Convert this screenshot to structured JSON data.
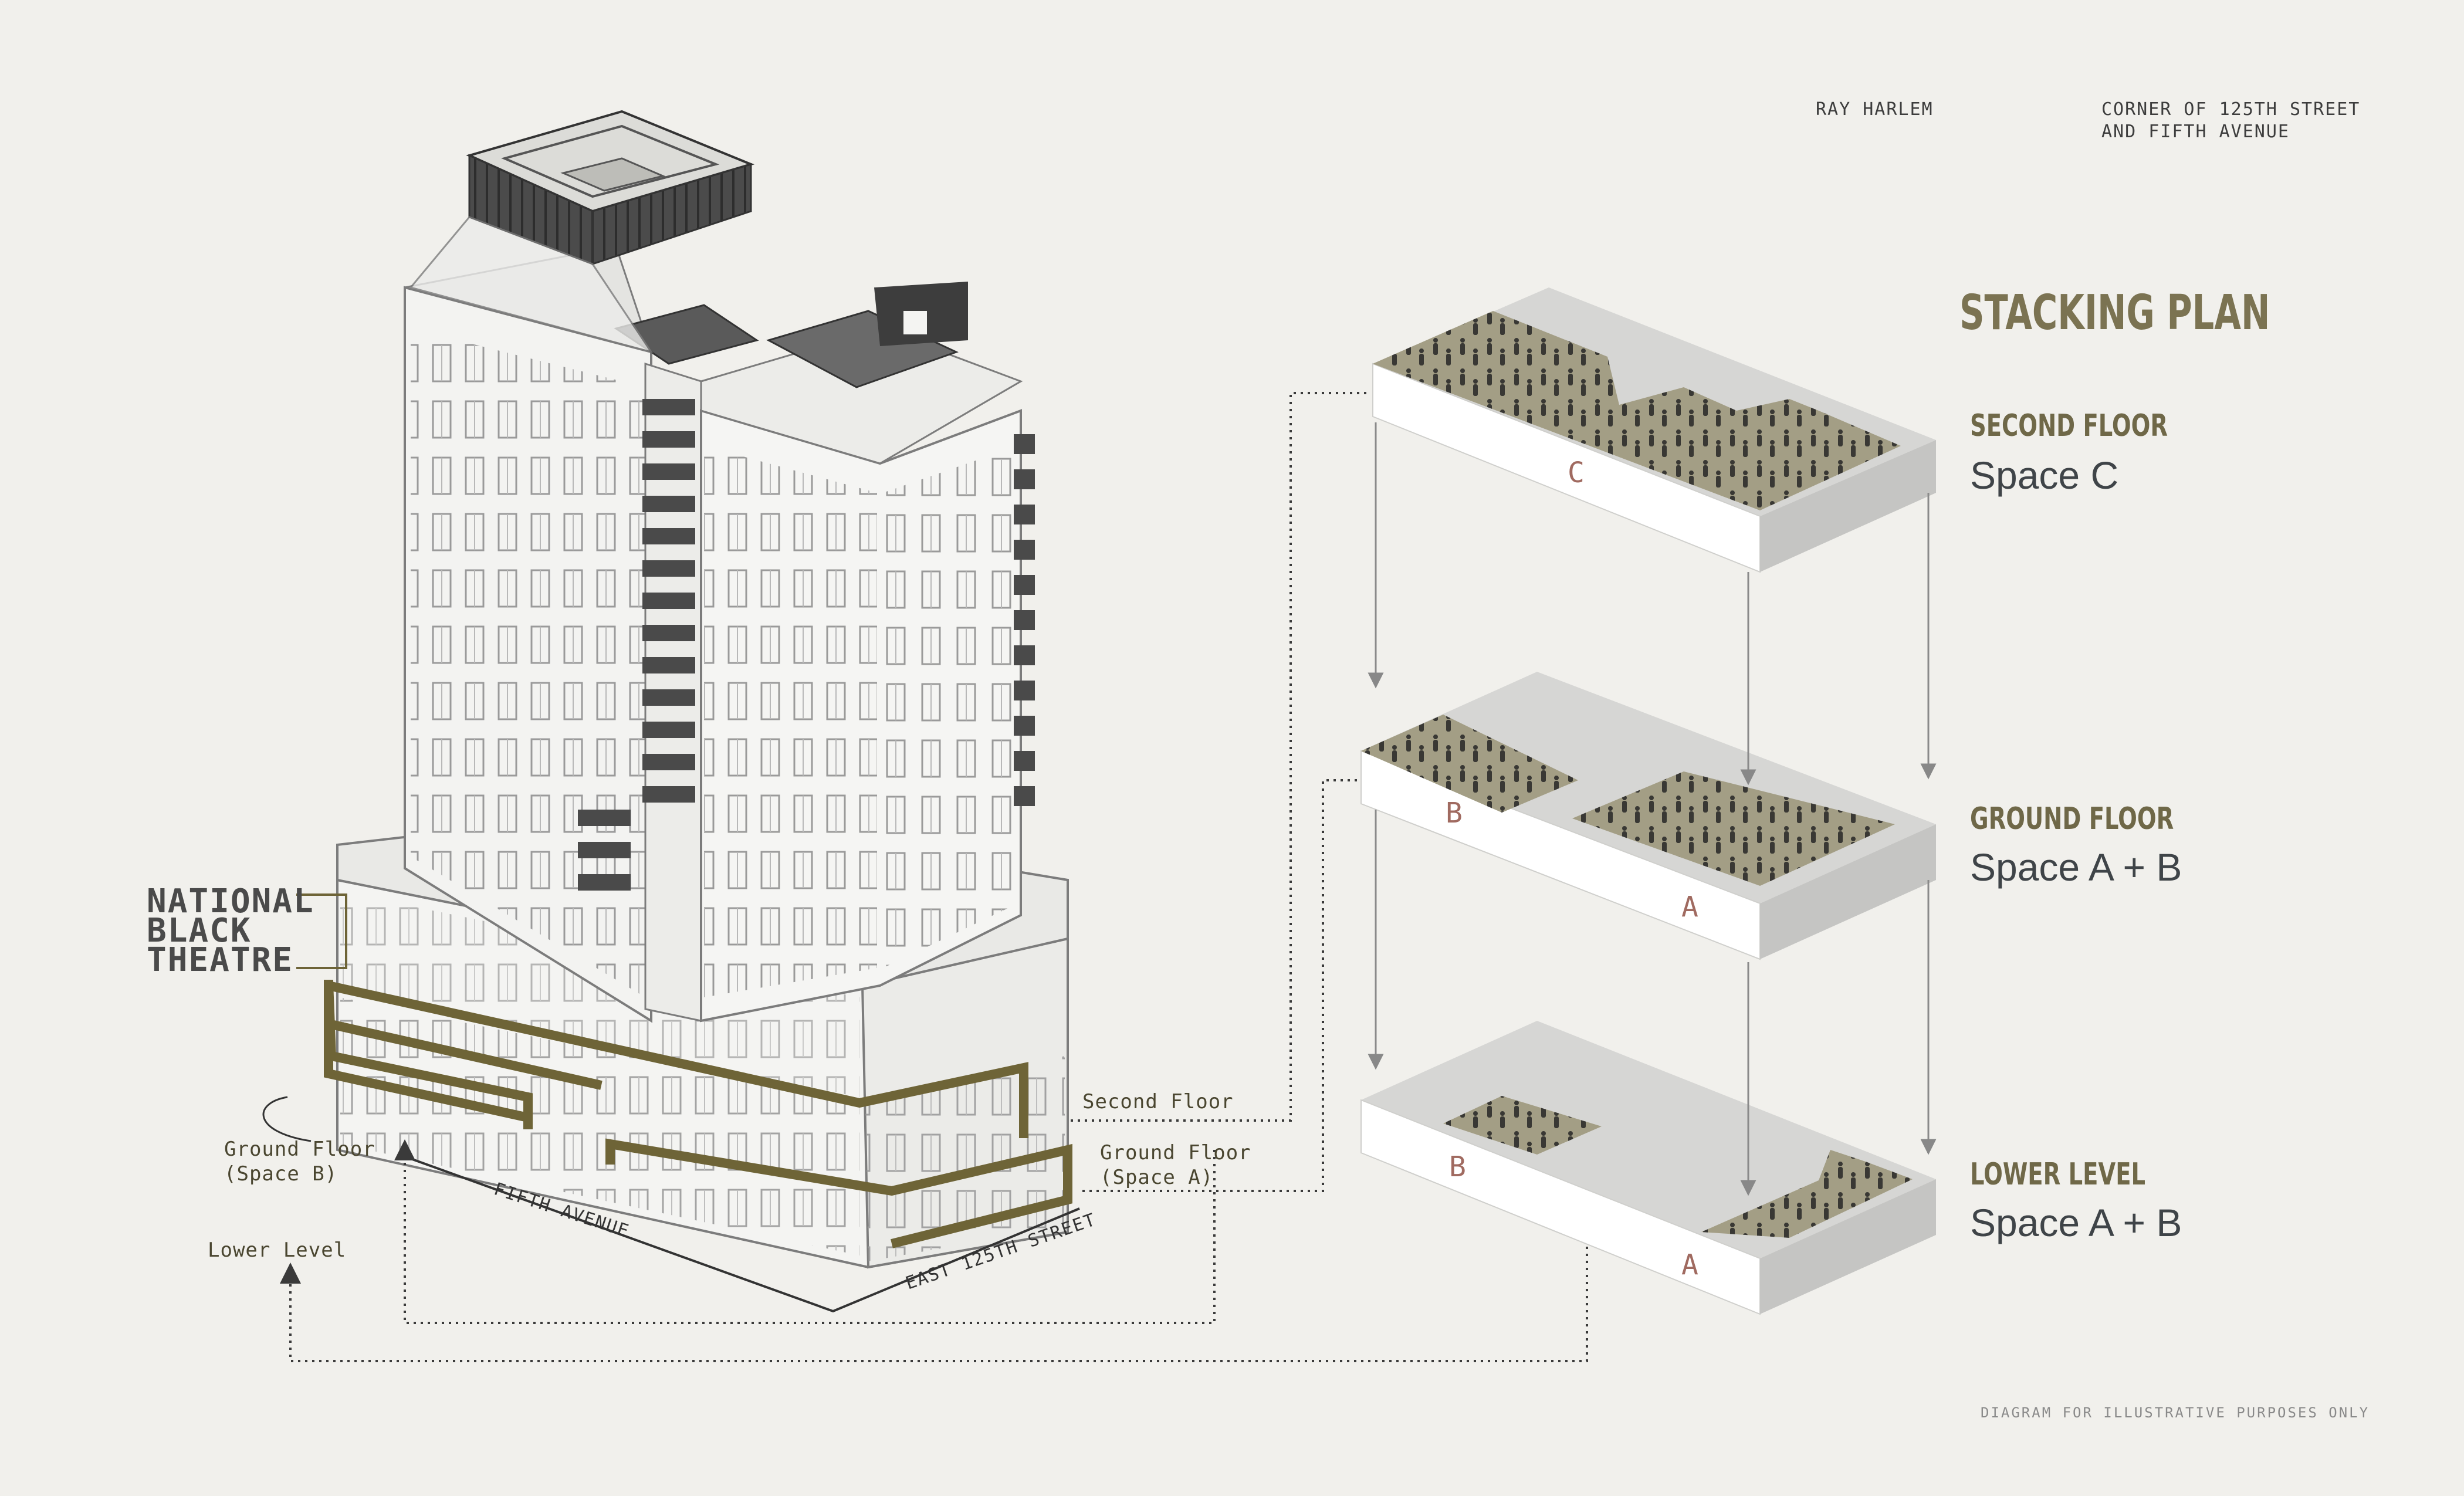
{
  "header": {
    "project": "RAY HARLEM",
    "location": "CORNER OF 125TH STREET\nAND FIFTH AVENUE"
  },
  "title": "STACKING PLAN",
  "floors": [
    {
      "label": "SECOND FLOOR",
      "space": "Space C",
      "zones": [
        "C"
      ]
    },
    {
      "label": "GROUND FLOOR",
      "space": "Space A + B",
      "zones": [
        "B",
        "A"
      ]
    },
    {
      "label": "LOWER LEVEL",
      "space": "Space A + B",
      "zones": [
        "B",
        "A"
      ]
    }
  ],
  "building": {
    "tenant_logo": "NATIONAL\nBLACK\nTHEATRE",
    "streets": [
      "FIFTH AVENUE",
      "EAST 125TH STREET"
    ]
  },
  "callouts": {
    "second_floor": "Second Floor",
    "ground_a": "Ground Floor\n(Space A)",
    "ground_b": "Ground Floor\n(Space B)",
    "lower_level": "Lower Level"
  },
  "footer": "DIAGRAM FOR ILLUSTRATIVE PURPOSES ONLY",
  "colors": {
    "background": "#f1f0ec",
    "accent_olive": "#6f6848",
    "floor_fill": "#a39e85",
    "zone_letter": "#a06a60",
    "brand_bar": "#6e6437"
  }
}
